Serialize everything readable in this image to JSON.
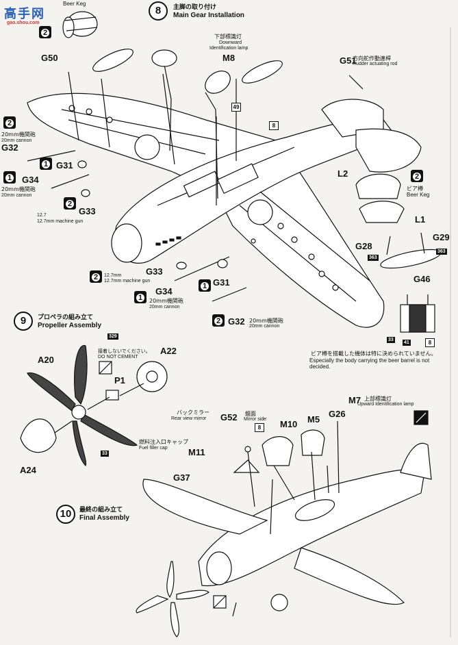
{
  "logo": {
    "cn": "高手网",
    "url": "gao.shou.com"
  },
  "step8": {
    "num": "8",
    "title_jp": "主脚の取り付け",
    "title_en": "Main Gear Installation",
    "beer_keg_top": "Beer Keg",
    "parts": {
      "G50": "G50",
      "M8": "M8",
      "G51": "G51",
      "G31a": "G31",
      "G32a": "G32",
      "G34a": "G34",
      "G33a": "G33",
      "L2": "L2",
      "L1": "L1",
      "G28": "G28",
      "G29": "G29",
      "G46": "G46",
      "G33b": "G33",
      "G31b": "G31",
      "G34b": "G34",
      "G32b": "G32"
    },
    "labels": {
      "m8_jp": "下部標識灯",
      "m8_en1": "Downward",
      "m8_en2": "Identification lamp",
      "g51_jp": "方向舵作動連桿",
      "g51_en": "Rudder actuating rod",
      "cannon_jp": "20mm機関砲",
      "cannon_en": "20mm cannon",
      "mg_a": "12.7",
      "mg_b": "12.7mm machine gun",
      "keg_jp": "ビア樽",
      "keg_en": "Beer Keg",
      "g33b_mg": "12.7mm",
      "g33b_mg2": "12.7mm machine gun",
      "g34b_jp": "20mm機関砲",
      "g34b_en": "20mm cannon",
      "g32b_jp": "20mm機関砲",
      "g32b_en": "20mm cannon",
      "keg_note_jp": "ビア樽を搭載した機体は特に決められていません。",
      "keg_note_en1": "Especially the body carrying the beer barrel is not",
      "keg_note_en2": "decided."
    },
    "qty": {
      "two": "2",
      "one": "1"
    },
    "paint": {
      "p49": "49",
      "p8a": "8",
      "p363a": "363",
      "p363b": "363",
      "p33": "33",
      "p41": "41",
      "p8b": "8"
    }
  },
  "step9": {
    "num": "9",
    "title_jp": "プロペラの組み立て",
    "title_en": "Propeller Assembly",
    "parts": {
      "A20": "A20",
      "A22": "A22",
      "P1": "P1",
      "A24": "A24"
    },
    "labels": {
      "nocement_jp": "接着しないでください。",
      "nocement_en": "DO NOT CEMENT"
    },
    "paint": {
      "p329": "329",
      "p33": "33"
    }
  },
  "step10": {
    "num": "10",
    "title_jp": "最終の組み立て",
    "title_en": "Final Assembly",
    "parts": {
      "G52": "G52",
      "M10": "M10",
      "M5": "M5",
      "G26": "G26",
      "M7": "M7",
      "M11": "M11",
      "G37": "G37"
    },
    "labels": {
      "mirror_jp": "バックミラー",
      "mirror_en": "Rear view mirror",
      "mirror_side_jp": "鏡面",
      "mirror_side_en": "Mirror side",
      "m7_jp": "上部標識灯",
      "m7_en": "Upward Identification lamp",
      "fuel_jp": "燃料注入口キャップ",
      "fuel_en": "Fuel filler cap"
    },
    "paint": {
      "p8": "8"
    }
  }
}
